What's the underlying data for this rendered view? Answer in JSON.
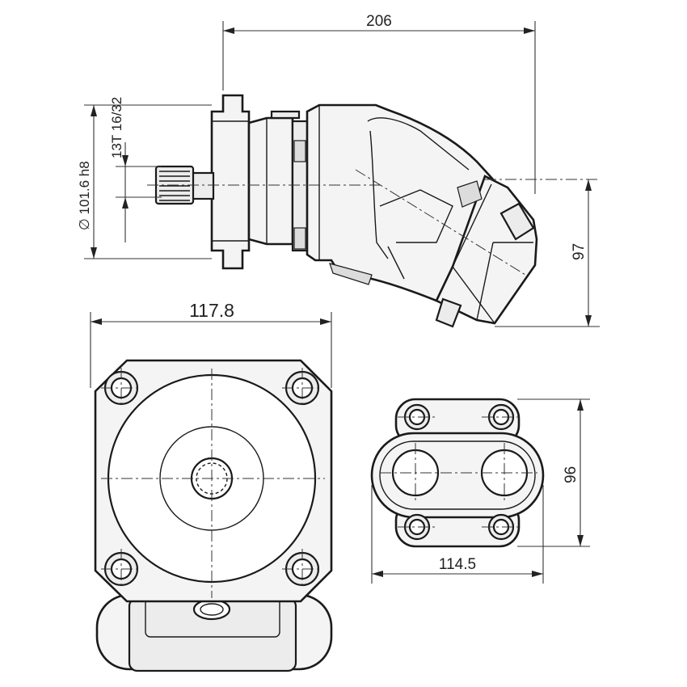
{
  "dimensions": {
    "overall_length": "206",
    "spline": "13T 16/32",
    "pilot_diameter": "∅ 101.6 h8",
    "port_offset": "97",
    "flange_width": "117.8",
    "port_block_height": "96",
    "port_block_width": "114.5"
  }
}
